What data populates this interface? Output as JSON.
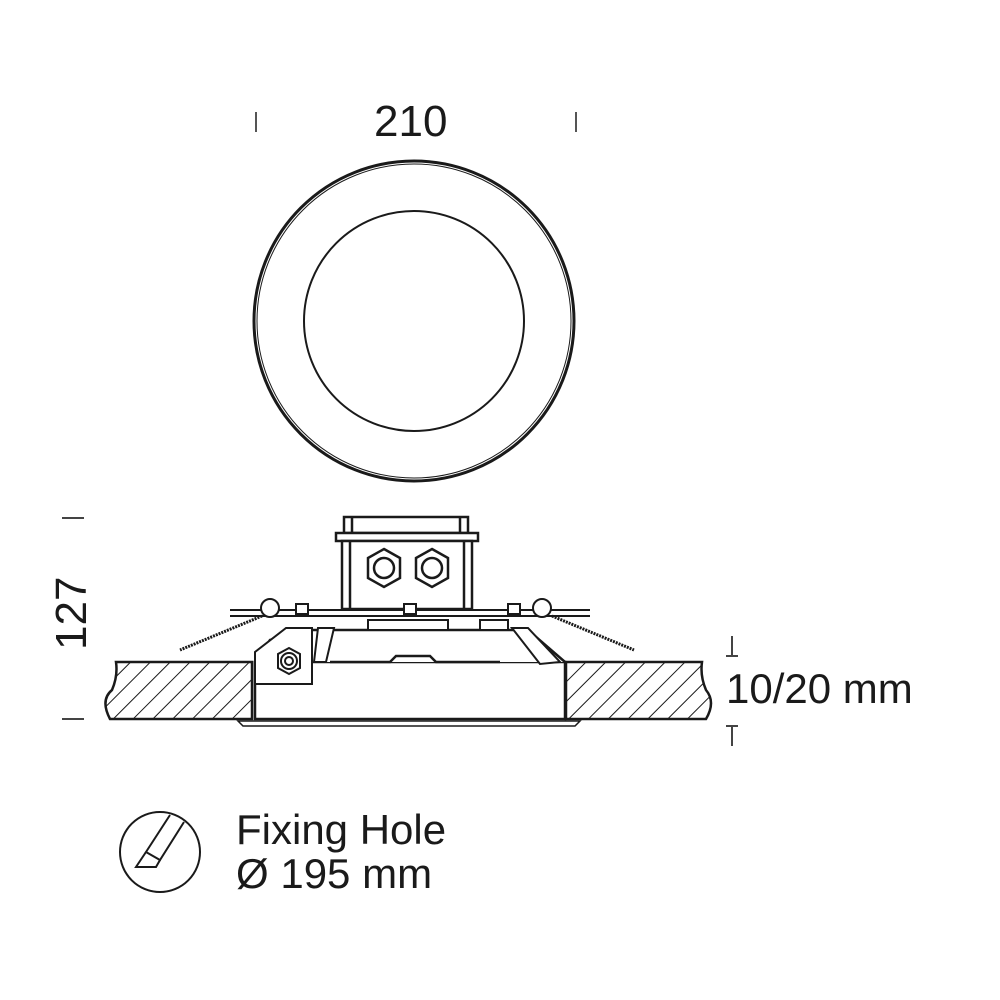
{
  "drawing": {
    "top_view": {
      "width_dimension": "210",
      "outer_diameter_label": "210"
    },
    "side_view": {
      "height_dimension": "127",
      "ceiling_thickness": "10/20 mm"
    },
    "fixing_hole": {
      "icon": "cutter-blade-icon",
      "line1": "Fixing Hole",
      "line2": "Ø 195 mm"
    },
    "colors": {
      "line": "#1a1a1a",
      "background": "#ffffff"
    }
  }
}
